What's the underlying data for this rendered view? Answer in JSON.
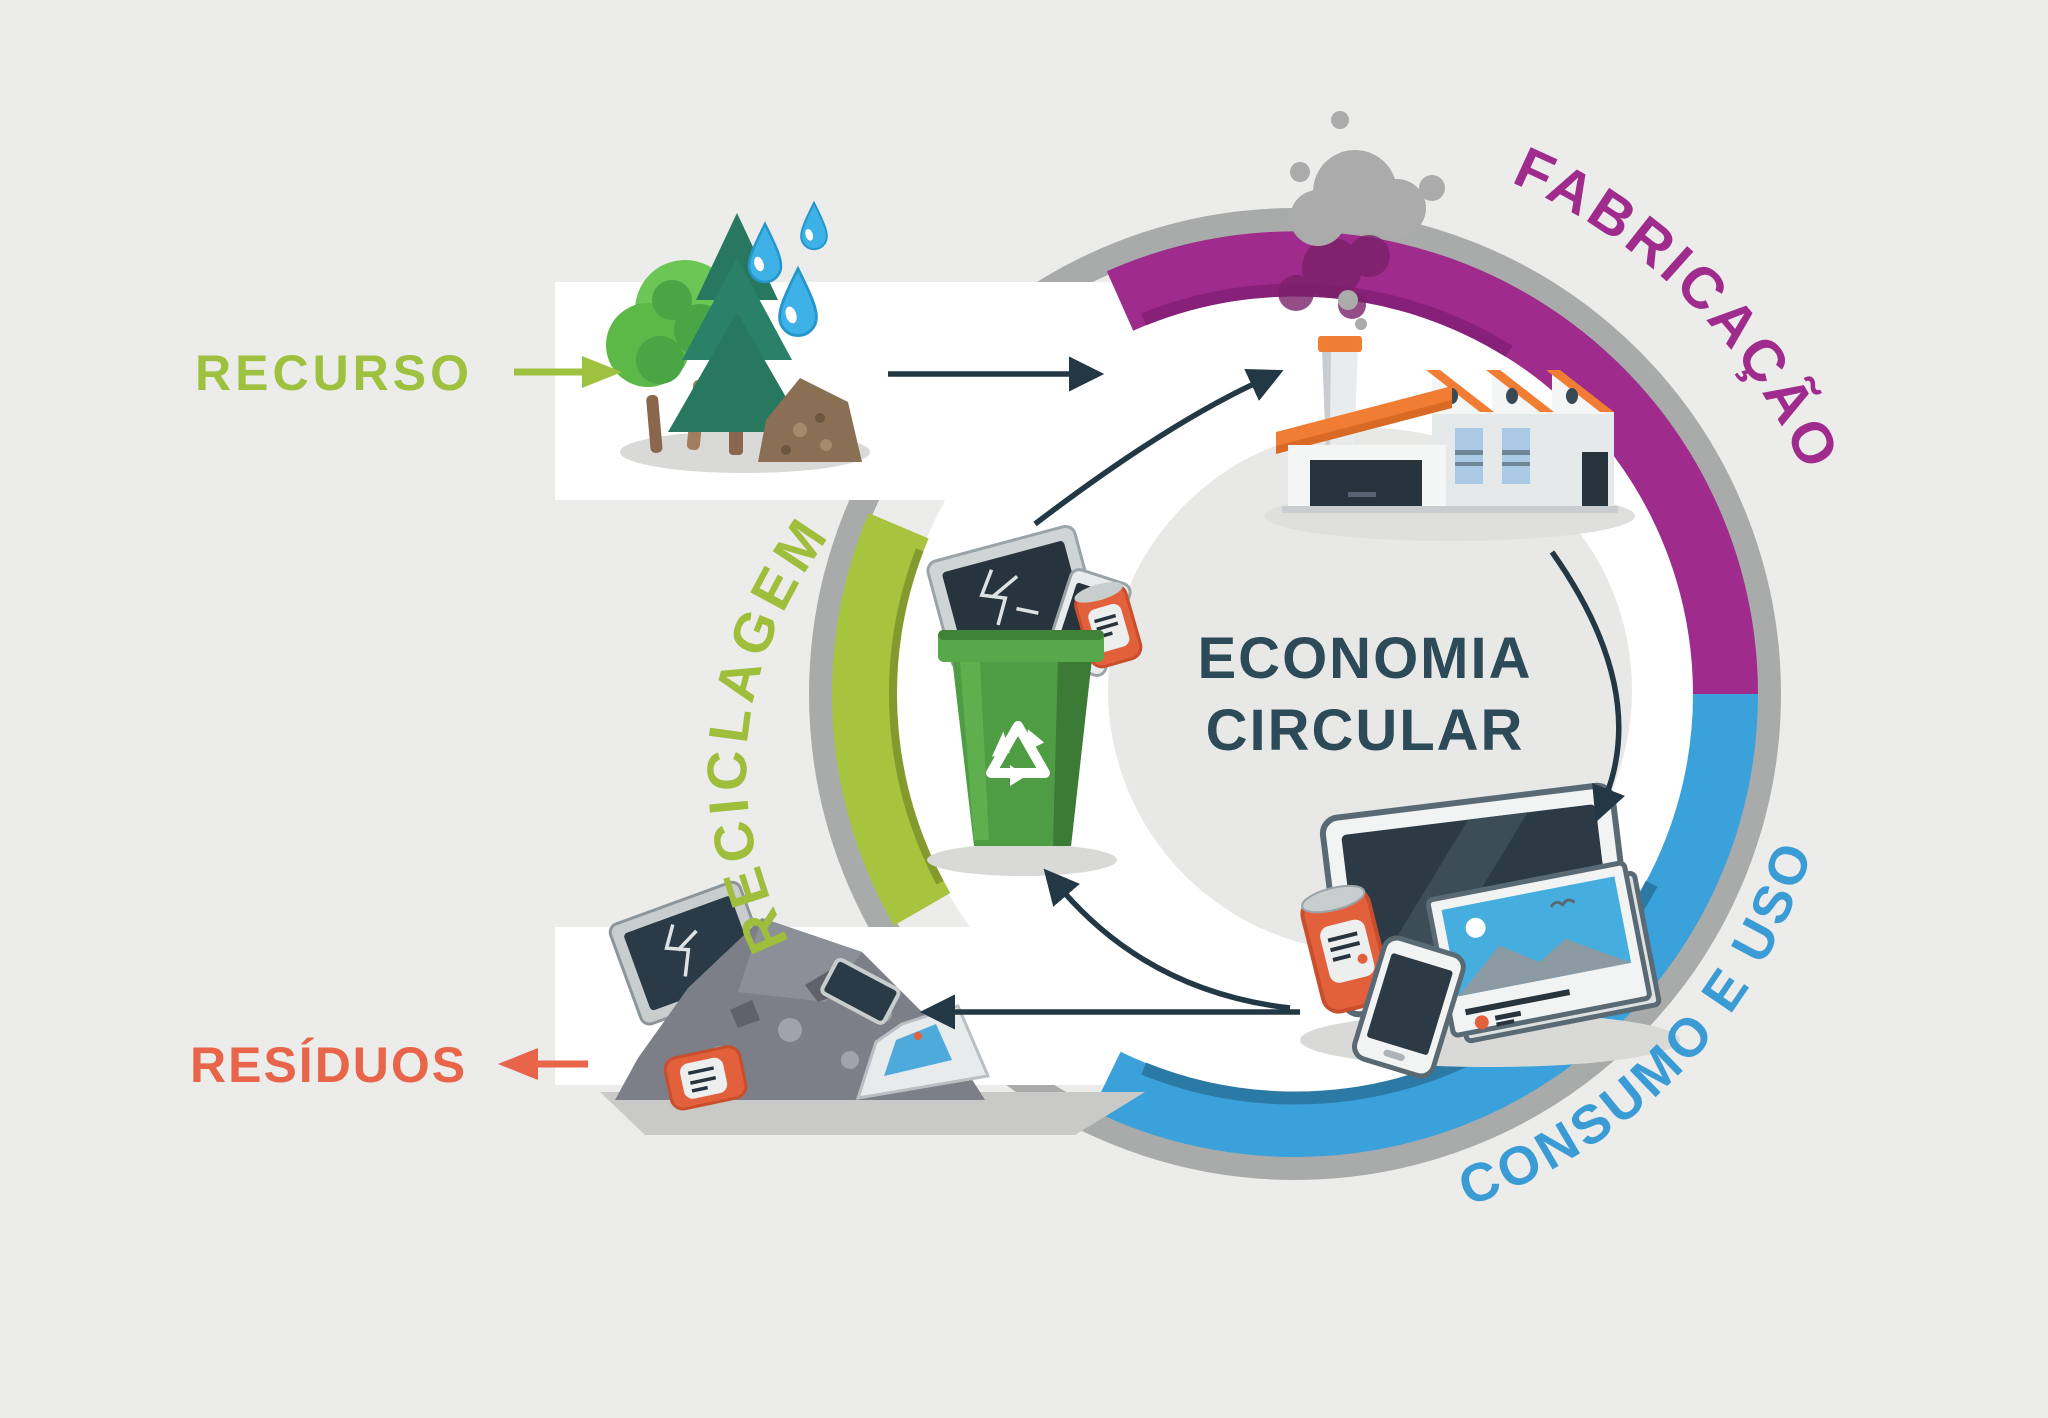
{
  "title": {
    "line1": "ECONOMIA",
    "line2": "CIRCULAR",
    "color": "#2C4A57"
  },
  "stages": {
    "fabricacao": {
      "label": "FABRICAÇÃO",
      "color": "#9F2B8C"
    },
    "consumo": {
      "label": "CONSUMO E USO",
      "color": "#3B9BD5"
    },
    "reciclagem": {
      "label": "RECICLAGEM",
      "color": "#9FBE3B"
    }
  },
  "side_labels": {
    "recurso": {
      "label": "RECURSO",
      "color": "#9EC13F",
      "arrow_direction": "right"
    },
    "residuos": {
      "label": "RESÍDUOS",
      "color": "#E8654A",
      "arrow_direction": "left"
    }
  },
  "ring": {
    "rim_color": "#A9ABAA",
    "purple_arc": "#9F2B8C",
    "purple_shade": "#872079",
    "blue_arc": "#3BA1DA",
    "blue_shade": "#2B7AA6",
    "green_arc": "#A8C33E",
    "green_shade": "#7E932C",
    "inner_disc": "#E8E8E7",
    "channel": "#FFFFFF"
  },
  "flow_arrow_color": "#233845",
  "icons": [
    "tree-icon",
    "pine-tree-icon",
    "water-drops-icon",
    "ore-pile-icon",
    "factory-icon",
    "smoke-icon",
    "flow-arrow-icon",
    "recycle-bin-icon",
    "recycle-symbol-icon",
    "broken-monitor-icon",
    "tv-icon",
    "soda-can-icon",
    "magazine-icon",
    "smartphone-icon",
    "waste-pile-icon",
    "crushed-can-icon",
    "crumpled-paper-icon"
  ]
}
